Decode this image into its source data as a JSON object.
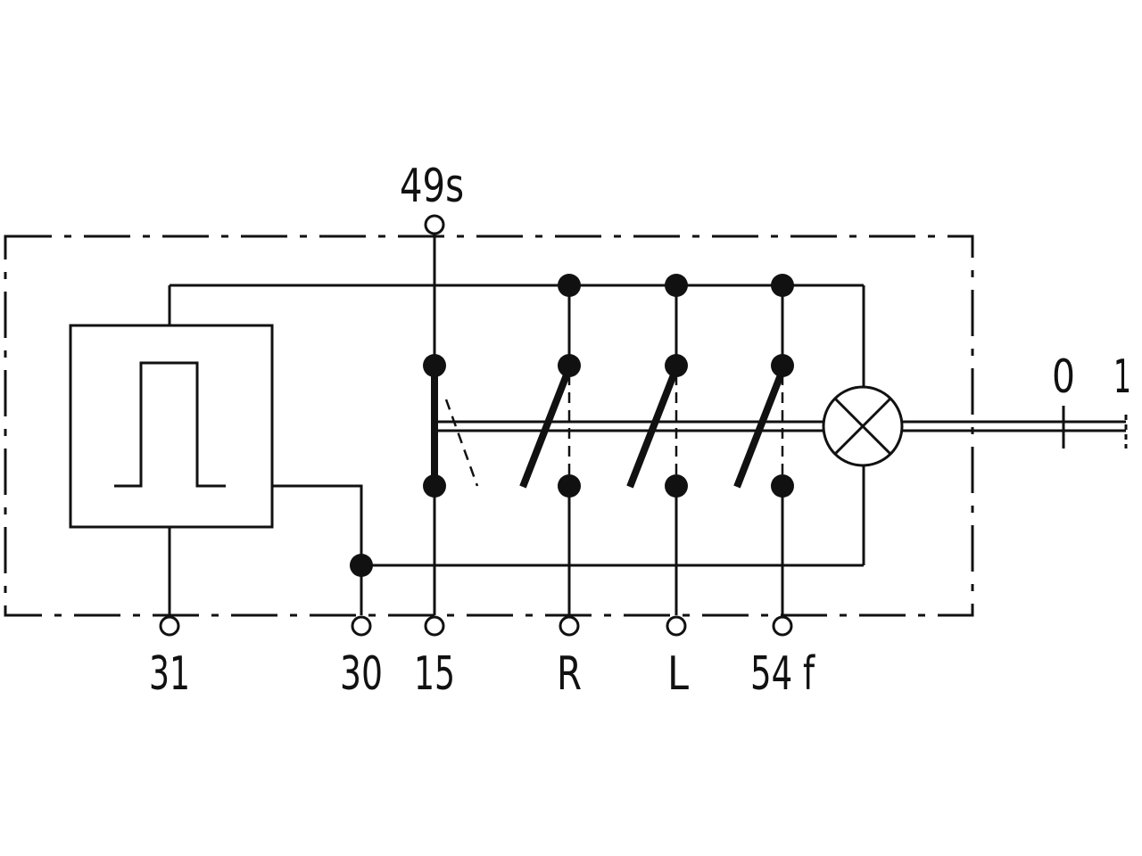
{
  "terminals": {
    "t49s": "49s",
    "t31": "31",
    "t30": "30",
    "t15": "15",
    "tR": "R",
    "tL": "L",
    "t54f": "54 f"
  },
  "switch_positions": {
    "p0": "0",
    "p1": "1"
  },
  "colors": {
    "line": "#111111",
    "background": "#ffffff"
  }
}
